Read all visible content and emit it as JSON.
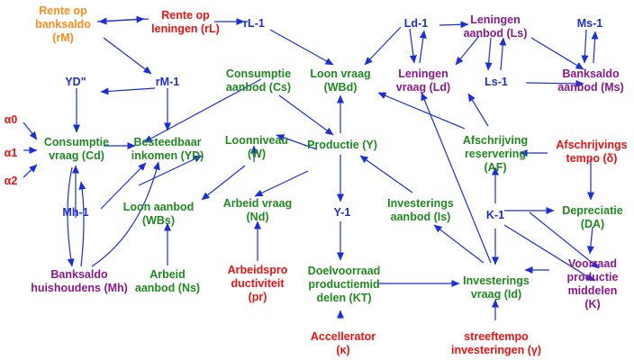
{
  "colors": {
    "arrow": "#1a2ee0",
    "orange": "#ff8c1a",
    "red": "#ee1111",
    "blue": "#1b2fd6",
    "green": "#1f8a1f",
    "purple": "#8a1a8a"
  },
  "nodes": [
    {
      "id": "rM_top",
      "lines": [
        "Rente op",
        "banksaldo",
        "(rM)"
      ],
      "color": "orange"
    },
    {
      "id": "rL",
      "lines": [
        "Rente op",
        "leningen (rL)"
      ],
      "color": "red"
    },
    {
      "id": "rL1",
      "lines": [
        "rL-1"
      ],
      "color": "blue"
    },
    {
      "id": "Ld1",
      "lines": [
        "Ld-1"
      ],
      "color": "blue"
    },
    {
      "id": "Ls",
      "lines": [
        "Leningen",
        "aanbod (Ls)"
      ],
      "color": "purple"
    },
    {
      "id": "Ms1",
      "lines": [
        "Ms-1"
      ],
      "color": "blue"
    },
    {
      "id": "YDq",
      "lines": [
        "YD\""
      ],
      "color": "blue"
    },
    {
      "id": "rM1",
      "lines": [
        "rM-1"
      ],
      "color": "blue"
    },
    {
      "id": "Cs",
      "lines": [
        "Consumptie",
        "aanbod (Cs)"
      ],
      "color": "green"
    },
    {
      "id": "WBd",
      "lines": [
        "Loon vraag",
        "(WBd)"
      ],
      "color": "green"
    },
    {
      "id": "Ld",
      "lines": [
        "Leningen",
        "vraag (Ld)"
      ],
      "color": "purple"
    },
    {
      "id": "Ls1",
      "lines": [
        "Ls-1"
      ],
      "color": "blue"
    },
    {
      "id": "Ms",
      "lines": [
        "Banksaldo",
        "aanbod (Ms)"
      ],
      "color": "purple"
    },
    {
      "id": "a0",
      "lines": [
        "α0"
      ],
      "color": "red"
    },
    {
      "id": "a1",
      "lines": [
        "α1"
      ],
      "color": "red"
    },
    {
      "id": "a2",
      "lines": [
        "α2"
      ],
      "color": "red"
    },
    {
      "id": "Cd",
      "lines": [
        "Consumptie",
        "vraag (Cd)"
      ],
      "color": "green"
    },
    {
      "id": "YD",
      "lines": [
        "Besteedbaar",
        "inkomen (YD)"
      ],
      "color": "green"
    },
    {
      "id": "W",
      "lines": [
        "Loonniveau",
        "(W)"
      ],
      "color": "green"
    },
    {
      "id": "Y",
      "lines": [
        "Productie (Y)"
      ],
      "color": "green"
    },
    {
      "id": "AF",
      "lines": [
        "Afschrijving",
        "reservering",
        "(AF)"
      ],
      "color": "green"
    },
    {
      "id": "delta",
      "lines": [
        "Afschrijvings",
        "tempo (δ)"
      ],
      "color": "red"
    },
    {
      "id": "Mh1",
      "lines": [
        "Mh-1"
      ],
      "color": "blue"
    },
    {
      "id": "WBs",
      "lines": [
        "Loon aanbod",
        "(WBs)"
      ],
      "color": "green"
    },
    {
      "id": "Nd",
      "lines": [
        "Arbeid vraag",
        "(Nd)"
      ],
      "color": "green"
    },
    {
      "id": "Y1",
      "lines": [
        "Y-1"
      ],
      "color": "blue"
    },
    {
      "id": "Is",
      "lines": [
        "Investerings",
        "aanbod (Is)"
      ],
      "color": "green"
    },
    {
      "id": "K1",
      "lines": [
        "K-1"
      ],
      "color": "blue"
    },
    {
      "id": "DA",
      "lines": [
        "Depreciatie",
        "(DA)"
      ],
      "color": "green"
    },
    {
      "id": "Mh",
      "lines": [
        "Banksaldo",
        "huishoudens (Mh)"
      ],
      "color": "purple"
    },
    {
      "id": "Ns",
      "lines": [
        "Arbeid",
        "aanbod (Ns)"
      ],
      "color": "green"
    },
    {
      "id": "pr",
      "lines": [
        "Arbeidspro",
        "ductiviteit",
        "(pr)"
      ],
      "color": "red"
    },
    {
      "id": "KT",
      "lines": [
        "Doelvoorraad",
        "productiemid",
        "delen (KT)"
      ],
      "color": "green"
    },
    {
      "id": "Id",
      "lines": [
        "Investerings",
        "vraag (Id)"
      ],
      "color": "green"
    },
    {
      "id": "K",
      "lines": [
        "Voorraad",
        "productie",
        "middelen",
        "(K)"
      ],
      "color": "purple"
    },
    {
      "id": "kappa",
      "lines": [
        "Accellerator",
        "(κ)"
      ],
      "color": "red"
    },
    {
      "id": "gamma",
      "lines": [
        "streeftempo",
        "investeringen (γ)"
      ],
      "color": "red"
    }
  ]
}
